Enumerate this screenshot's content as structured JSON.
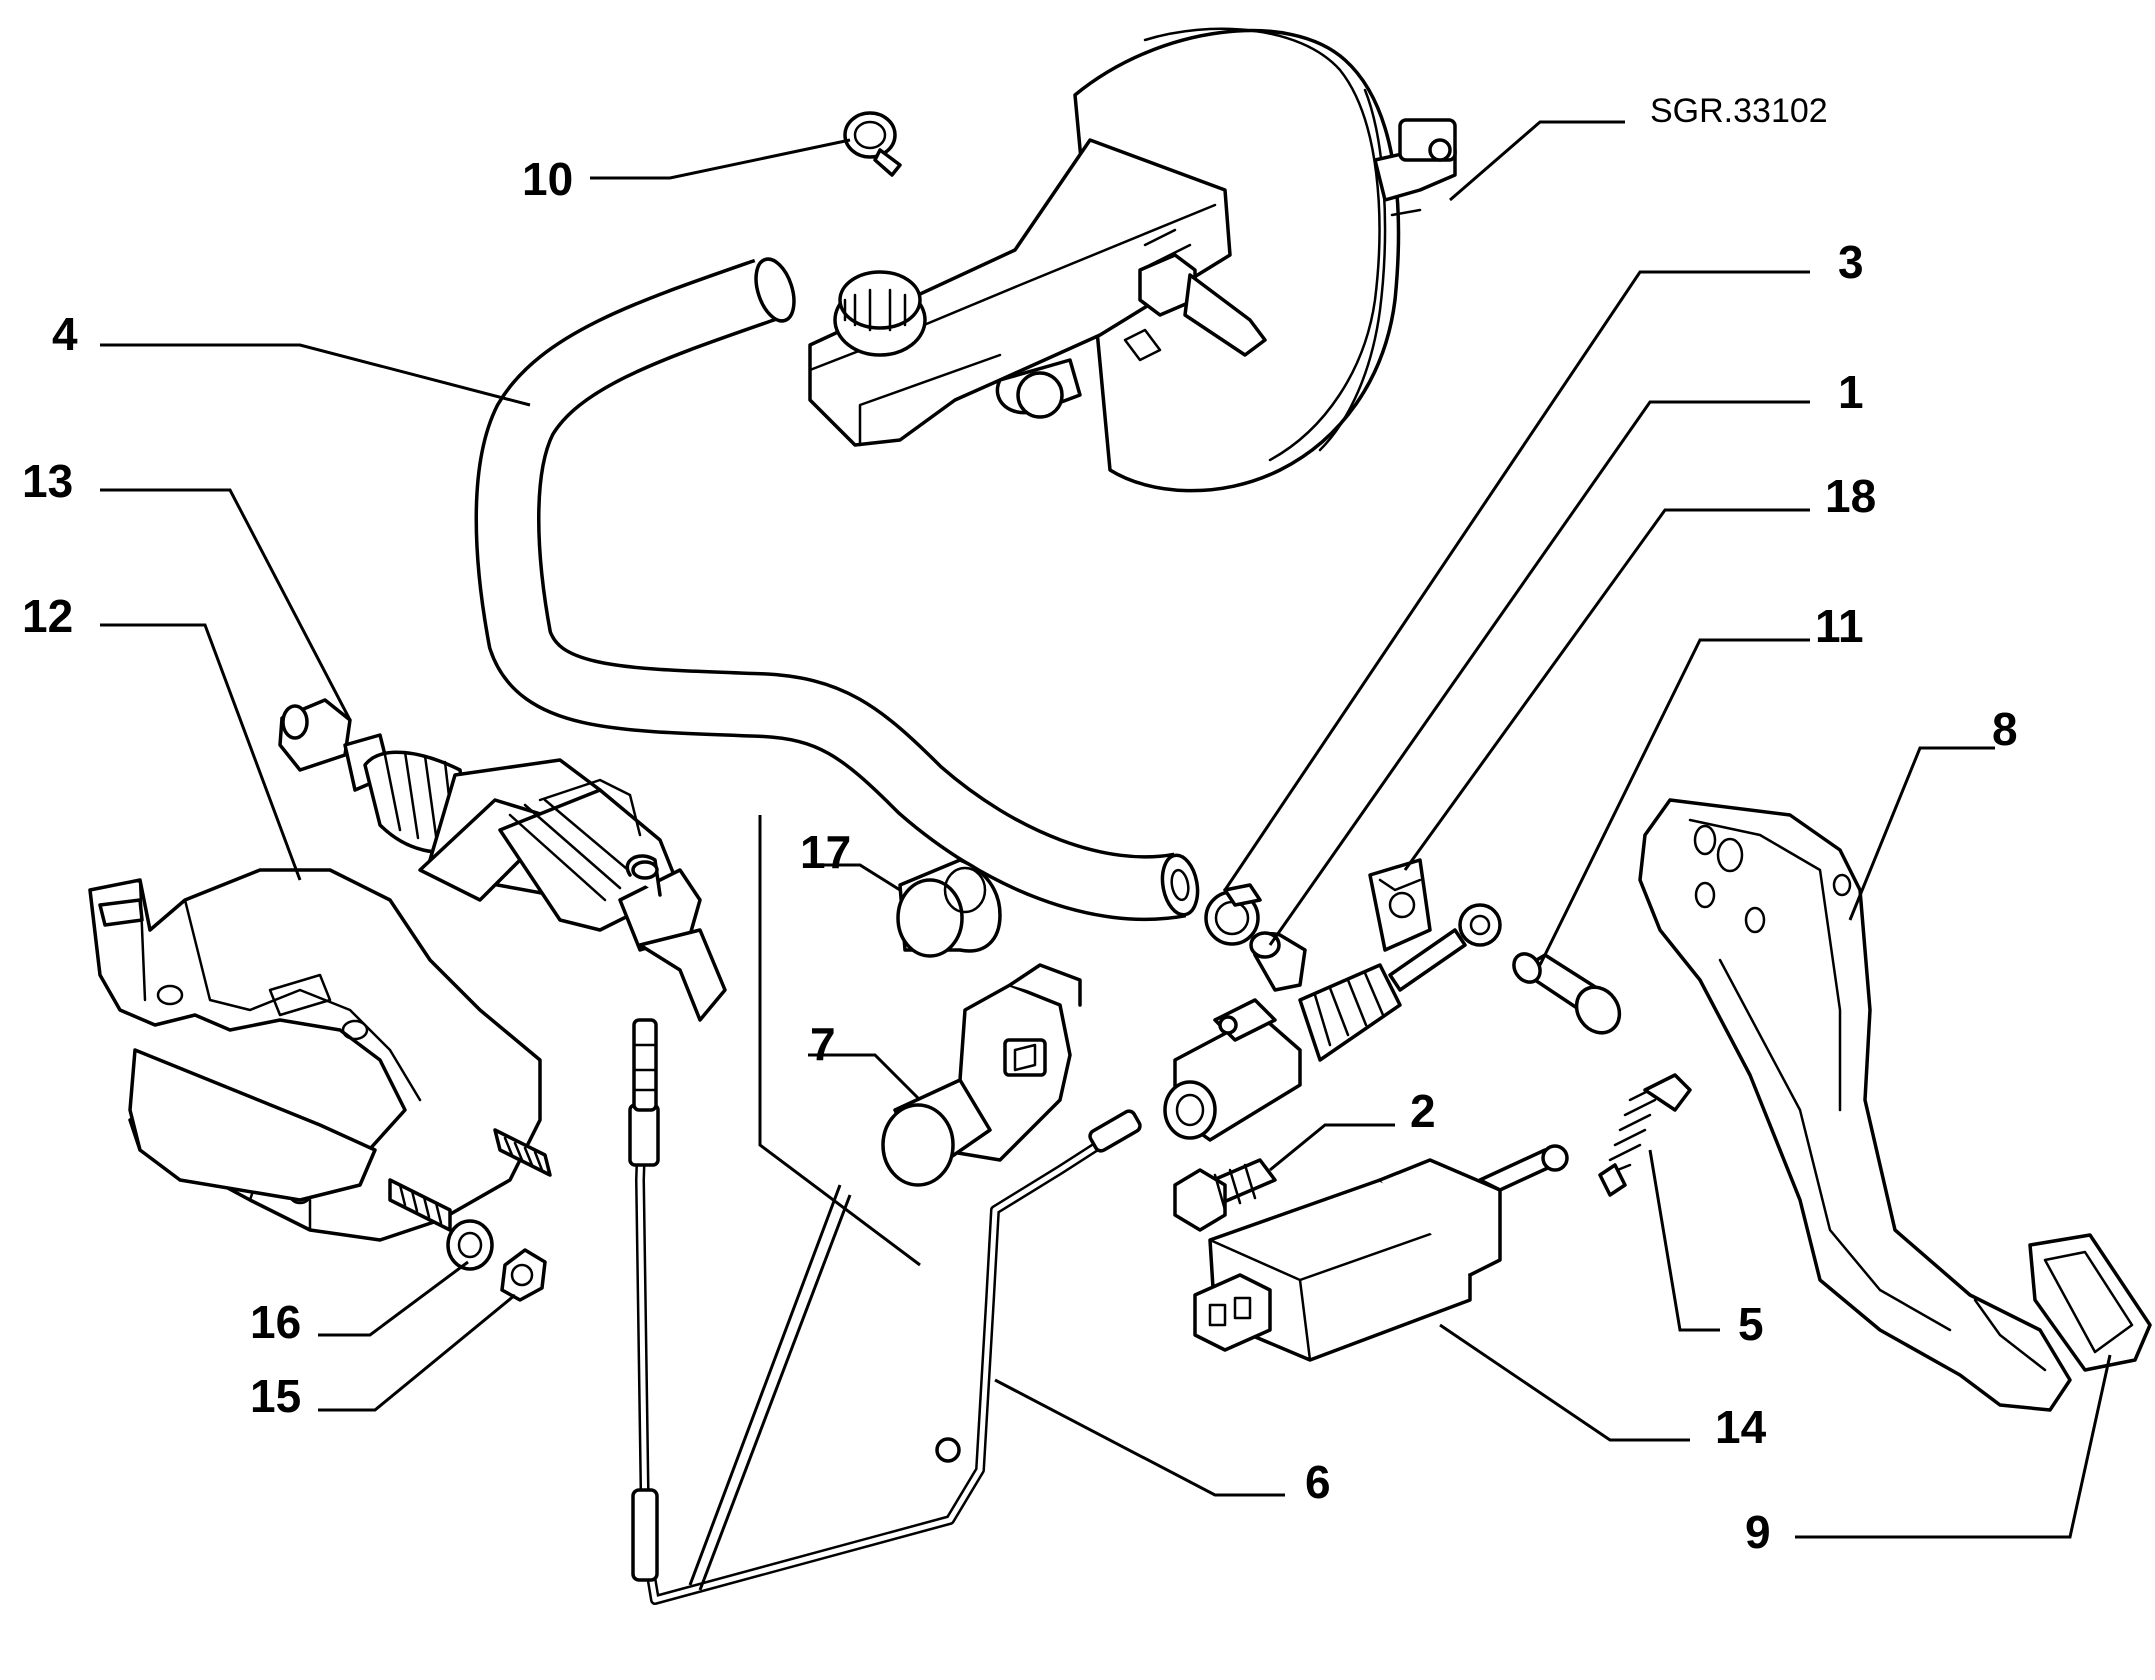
{
  "drawing_code": "SGR.33102",
  "callouts": [
    {
      "id": "c10",
      "text": "10"
    },
    {
      "id": "c4",
      "text": "4"
    },
    {
      "id": "c13",
      "text": "13"
    },
    {
      "id": "c12",
      "text": "12"
    },
    {
      "id": "c3",
      "text": "3"
    },
    {
      "id": "c1",
      "text": "1"
    },
    {
      "id": "c18",
      "text": "18"
    },
    {
      "id": "c11",
      "text": "11"
    },
    {
      "id": "c8",
      "text": "8"
    },
    {
      "id": "c17",
      "text": "17"
    },
    {
      "id": "c7",
      "text": "7"
    },
    {
      "id": "c2",
      "text": "2"
    },
    {
      "id": "c5",
      "text": "5"
    },
    {
      "id": "c14",
      "text": "14"
    },
    {
      "id": "c6",
      "text": "6"
    },
    {
      "id": "c9",
      "text": "9"
    },
    {
      "id": "c16",
      "text": "16"
    },
    {
      "id": "c15",
      "text": "15"
    }
  ]
}
